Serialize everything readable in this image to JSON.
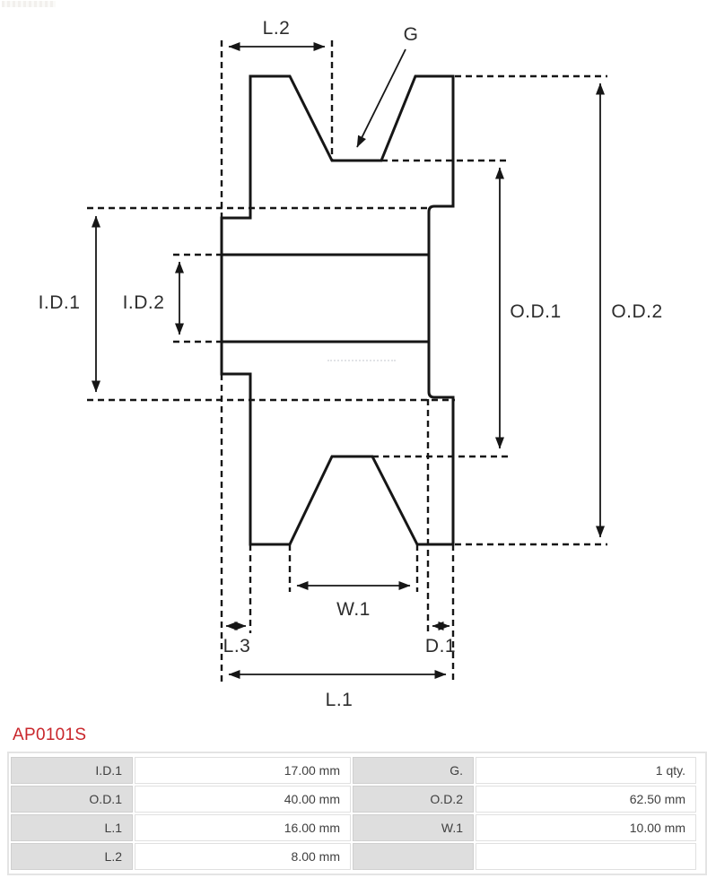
{
  "part": {
    "number": "AP0101S",
    "accent_color": "#c9262b"
  },
  "drawing": {
    "type": "v-belt pulley cross-section",
    "labels": {
      "l2": "L.2",
      "g": "G",
      "id1": "I.D.1",
      "id2": "I.D.2",
      "od1": "O.D.1",
      "od2": "O.D.2",
      "w1": "W.1",
      "l3": "L.3",
      "d1": "D.1",
      "l1": "L.1"
    },
    "line_color": "#161616"
  },
  "spec_table": {
    "rows": [
      {
        "label_left": "I.D.1",
        "value_left": "17.00 mm",
        "label_right": "G.",
        "value_right": "1 qty."
      },
      {
        "label_left": "O.D.1",
        "value_left": "40.00 mm",
        "label_right": "O.D.2",
        "value_right": "62.50 mm"
      },
      {
        "label_left": "L.1",
        "value_left": "16.00 mm",
        "label_right": "W.1",
        "value_right": "10.00 mm"
      },
      {
        "label_left": "L.2",
        "value_left": "8.00 mm",
        "label_right": "",
        "value_right": ""
      }
    ],
    "label_bg": "#dedede"
  }
}
